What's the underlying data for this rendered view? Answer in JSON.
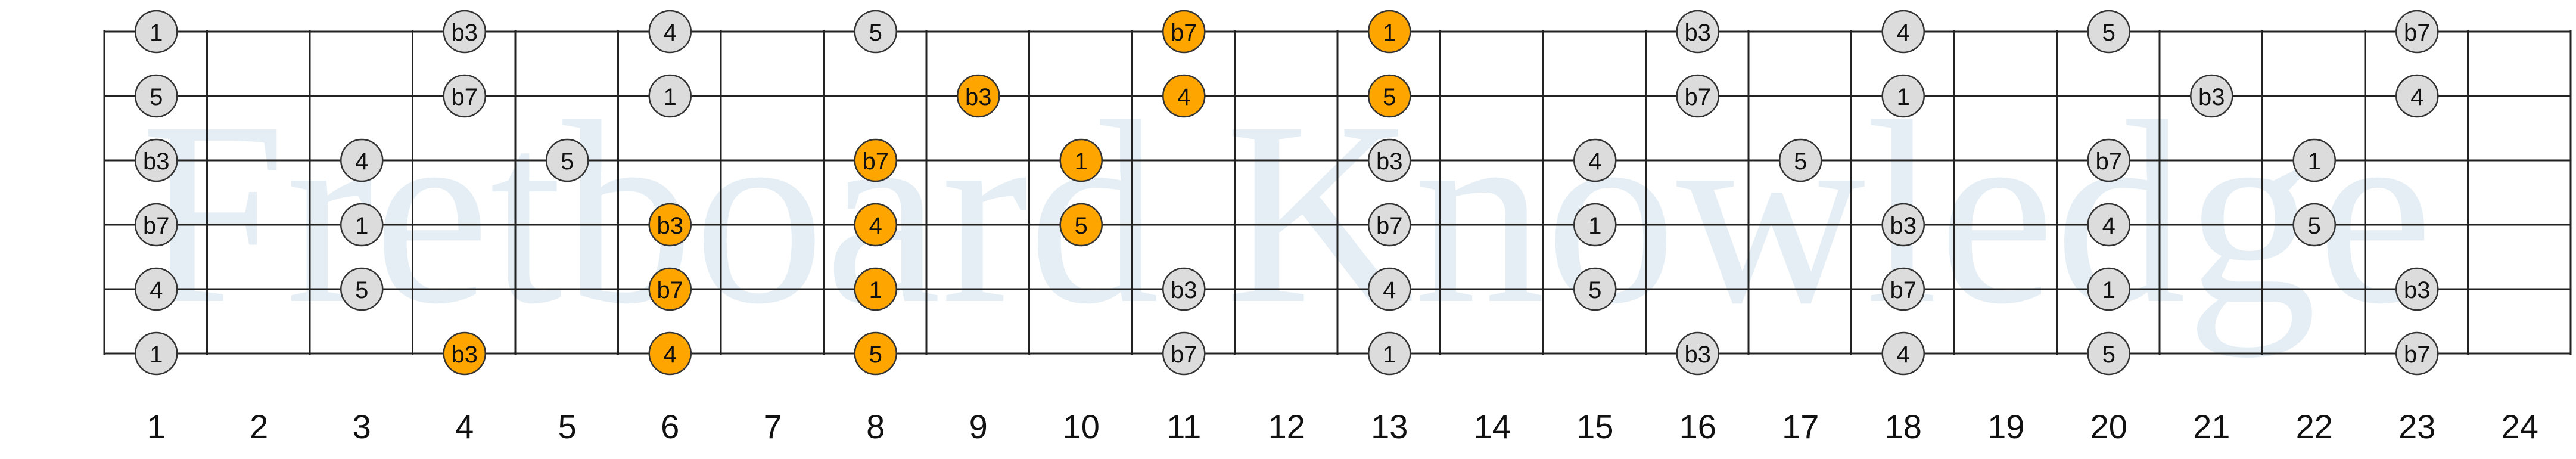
{
  "watermark": "Fretboard Knowledge",
  "fret_numbers": [
    "1",
    "2",
    "3",
    "4",
    "5",
    "6",
    "7",
    "8",
    "9",
    "10",
    "11",
    "12",
    "13",
    "14",
    "15",
    "16",
    "17",
    "18",
    "19",
    "20",
    "21",
    "22",
    "23",
    "24"
  ],
  "colors": {
    "highlight": "#FFA500",
    "normal": "#DCDCDC",
    "line": "#222222",
    "watermark": "#E4EEF4"
  },
  "notes": [
    {
      "s": 1,
      "f": 1,
      "label": "1",
      "hl": false
    },
    {
      "s": 1,
      "f": 4,
      "label": "b3",
      "hl": false
    },
    {
      "s": 1,
      "f": 6,
      "label": "4",
      "hl": false
    },
    {
      "s": 1,
      "f": 8,
      "label": "5",
      "hl": false
    },
    {
      "s": 1,
      "f": 11,
      "label": "b7",
      "hl": true
    },
    {
      "s": 1,
      "f": 13,
      "label": "1",
      "hl": true
    },
    {
      "s": 1,
      "f": 16,
      "label": "b3",
      "hl": false
    },
    {
      "s": 1,
      "f": 18,
      "label": "4",
      "hl": false
    },
    {
      "s": 1,
      "f": 20,
      "label": "5",
      "hl": false
    },
    {
      "s": 1,
      "f": 23,
      "label": "b7",
      "hl": false
    },
    {
      "s": 2,
      "f": 1,
      "label": "5",
      "hl": false
    },
    {
      "s": 2,
      "f": 4,
      "label": "b7",
      "hl": false
    },
    {
      "s": 2,
      "f": 6,
      "label": "1",
      "hl": false
    },
    {
      "s": 2,
      "f": 9,
      "label": "b3",
      "hl": true
    },
    {
      "s": 2,
      "f": 11,
      "label": "4",
      "hl": true
    },
    {
      "s": 2,
      "f": 13,
      "label": "5",
      "hl": true
    },
    {
      "s": 2,
      "f": 16,
      "label": "b7",
      "hl": false
    },
    {
      "s": 2,
      "f": 18,
      "label": "1",
      "hl": false
    },
    {
      "s": 2,
      "f": 21,
      "label": "b3",
      "hl": false
    },
    {
      "s": 2,
      "f": 23,
      "label": "4",
      "hl": false
    },
    {
      "s": 3,
      "f": 1,
      "label": "b3",
      "hl": false
    },
    {
      "s": 3,
      "f": 3,
      "label": "4",
      "hl": false
    },
    {
      "s": 3,
      "f": 5,
      "label": "5",
      "hl": false
    },
    {
      "s": 3,
      "f": 8,
      "label": "b7",
      "hl": true
    },
    {
      "s": 3,
      "f": 10,
      "label": "1",
      "hl": true
    },
    {
      "s": 3,
      "f": 13,
      "label": "b3",
      "hl": false
    },
    {
      "s": 3,
      "f": 15,
      "label": "4",
      "hl": false
    },
    {
      "s": 3,
      "f": 17,
      "label": "5",
      "hl": false
    },
    {
      "s": 3,
      "f": 20,
      "label": "b7",
      "hl": false
    },
    {
      "s": 3,
      "f": 22,
      "label": "1",
      "hl": false
    },
    {
      "s": 4,
      "f": 1,
      "label": "b7",
      "hl": false
    },
    {
      "s": 4,
      "f": 3,
      "label": "1",
      "hl": false
    },
    {
      "s": 4,
      "f": 6,
      "label": "b3",
      "hl": true
    },
    {
      "s": 4,
      "f": 8,
      "label": "4",
      "hl": true
    },
    {
      "s": 4,
      "f": 10,
      "label": "5",
      "hl": true
    },
    {
      "s": 4,
      "f": 13,
      "label": "b7",
      "hl": false
    },
    {
      "s": 4,
      "f": 15,
      "label": "1",
      "hl": false
    },
    {
      "s": 4,
      "f": 18,
      "label": "b3",
      "hl": false
    },
    {
      "s": 4,
      "f": 20,
      "label": "4",
      "hl": false
    },
    {
      "s": 4,
      "f": 22,
      "label": "5",
      "hl": false
    },
    {
      "s": 5,
      "f": 1,
      "label": "4",
      "hl": false
    },
    {
      "s": 5,
      "f": 3,
      "label": "5",
      "hl": false
    },
    {
      "s": 5,
      "f": 6,
      "label": "b7",
      "hl": true
    },
    {
      "s": 5,
      "f": 8,
      "label": "1",
      "hl": true
    },
    {
      "s": 5,
      "f": 11,
      "label": "b3",
      "hl": false
    },
    {
      "s": 5,
      "f": 13,
      "label": "4",
      "hl": false
    },
    {
      "s": 5,
      "f": 15,
      "label": "5",
      "hl": false
    },
    {
      "s": 5,
      "f": 18,
      "label": "b7",
      "hl": false
    },
    {
      "s": 5,
      "f": 20,
      "label": "1",
      "hl": false
    },
    {
      "s": 5,
      "f": 23,
      "label": "b3",
      "hl": false
    },
    {
      "s": 6,
      "f": 1,
      "label": "1",
      "hl": false
    },
    {
      "s": 6,
      "f": 4,
      "label": "b3",
      "hl": true
    },
    {
      "s": 6,
      "f": 6,
      "label": "4",
      "hl": true
    },
    {
      "s": 6,
      "f": 8,
      "label": "5",
      "hl": true
    },
    {
      "s": 6,
      "f": 11,
      "label": "b7",
      "hl": false
    },
    {
      "s": 6,
      "f": 13,
      "label": "1",
      "hl": false
    },
    {
      "s": 6,
      "f": 16,
      "label": "b3",
      "hl": false
    },
    {
      "s": 6,
      "f": 18,
      "label": "4",
      "hl": false
    },
    {
      "s": 6,
      "f": 20,
      "label": "5",
      "hl": false
    },
    {
      "s": 6,
      "f": 23,
      "label": "b7",
      "hl": false
    }
  ]
}
